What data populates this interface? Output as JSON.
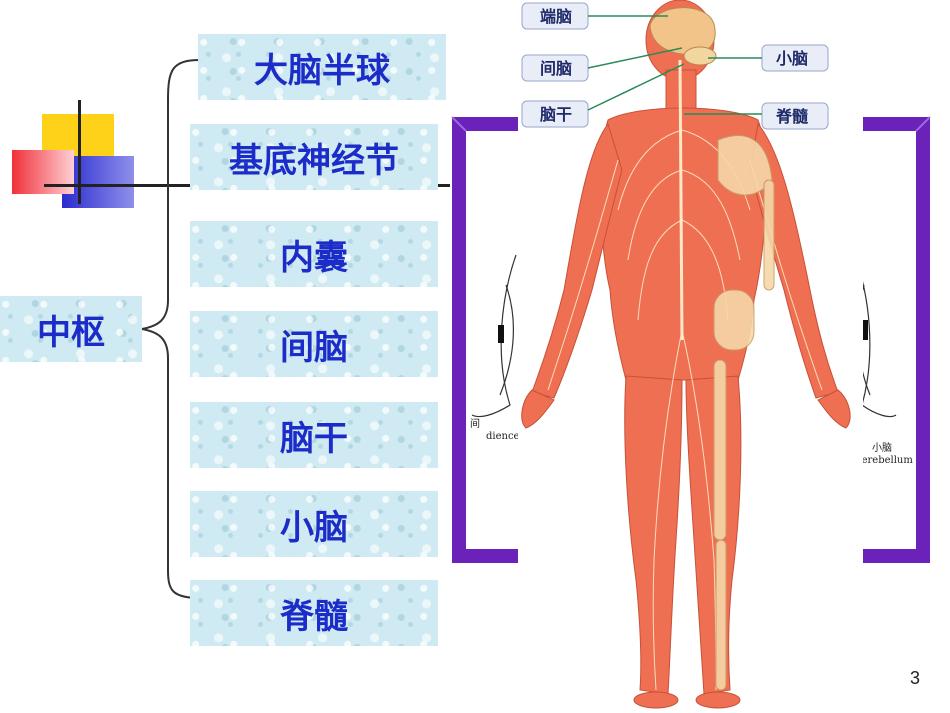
{
  "slide": {
    "hub_label": "中枢",
    "items": [
      "大脑半球",
      "基底神经节",
      "内囊",
      "间脑",
      "脑干",
      "小脑",
      "脊髓"
    ],
    "page_number": "3"
  },
  "figure": {
    "labels": {
      "telencephalon": "端脑",
      "diencephalon": "间脑",
      "brainstem": "脑干",
      "cerebellum": "小脑",
      "spinal_cord": "脊髓"
    },
    "background_left": {
      "cn": "间",
      "en": "dienceph"
    },
    "background_right": {
      "cn": "小脑",
      "en": "cerebellum"
    }
  }
}
